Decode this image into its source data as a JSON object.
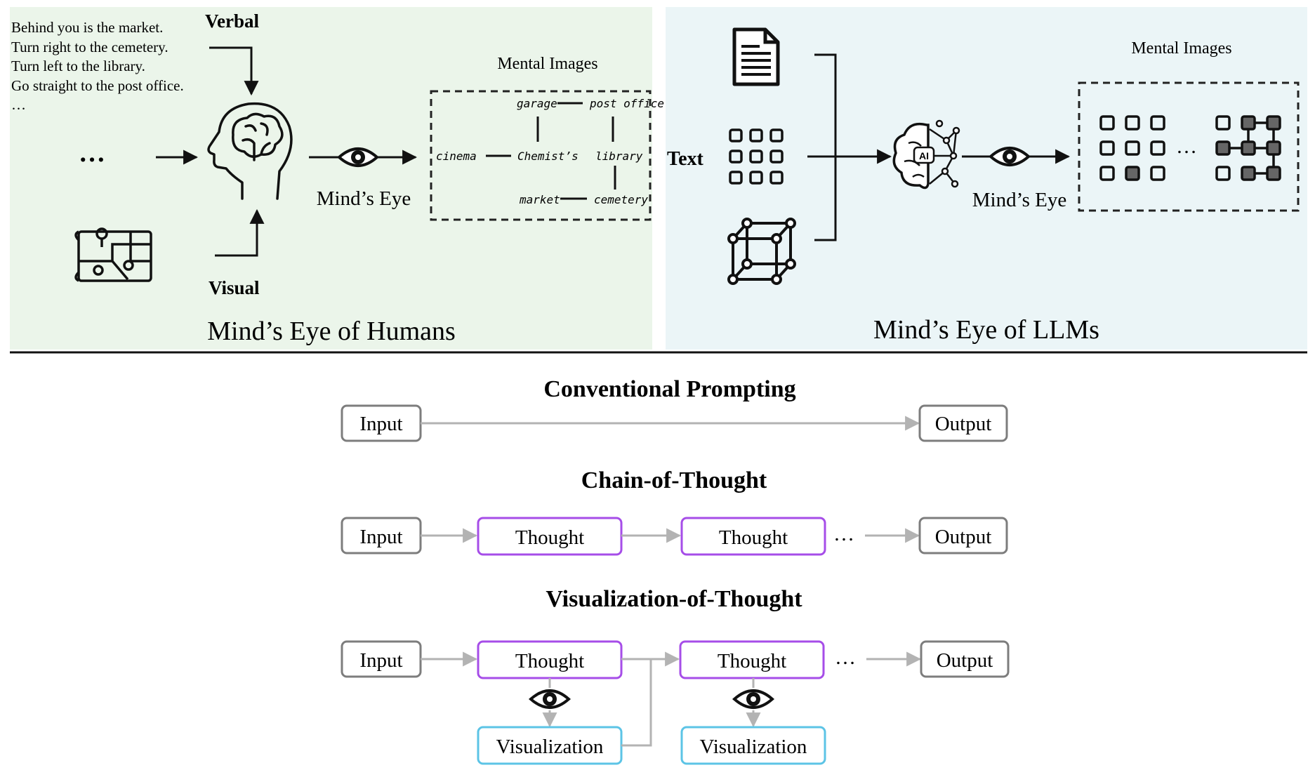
{
  "humans_panel": {
    "title": "Mind’s Eye of Humans",
    "verbal_label": "Verbal",
    "visual_label": "Visual",
    "instructions": [
      "Behind you is the market.",
      "Turn right to the cemetery.",
      "Turn left to the library.",
      "Go straight to the post office.",
      "…"
    ],
    "ellipsis": "…",
    "minds_eye_label": "Mind’s Eye",
    "mental_images_label": "Mental Images",
    "map_labels": {
      "garage": "garage",
      "post_office": "post office",
      "cinema": "cinema",
      "chemists": "Chemist’s",
      "library": "library",
      "market": "market",
      "cemetery": "cemetery"
    }
  },
  "llms_panel": {
    "title": "Mind’s Eye of LLMs",
    "text_label": "Text",
    "ai_label": "AI",
    "minds_eye_label": "Mind’s Eye",
    "mental_images_label": "Mental Images",
    "ellipsis": "…"
  },
  "prompting": {
    "conventional": {
      "title": "Conventional Prompting",
      "input": "Input",
      "output": "Output"
    },
    "cot": {
      "title": "Chain-of-Thought",
      "input": "Input",
      "thought1": "Thought",
      "thought2": "Thought",
      "ellipsis": "…",
      "output": "Output"
    },
    "vot": {
      "title": "Visualization-of-Thought",
      "input": "Input",
      "thought1": "Thought",
      "thought2": "Thought",
      "viz1": "Visualization",
      "viz2": "Visualization",
      "ellipsis": "…",
      "output": "Output"
    }
  },
  "colors": {
    "humans_bg": "#ebf5ea",
    "llms_bg": "#ebf5f7",
    "box_gray": "#7d7d7d",
    "thought_purple": "#a64de8",
    "viz_blue": "#5cc4e6",
    "arrow_gray": "#b3b3b3"
  }
}
